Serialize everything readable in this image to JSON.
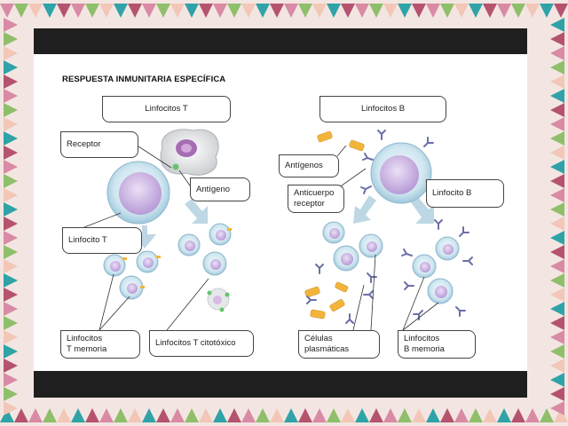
{
  "title": "RESPUESTA INMUNITARIA ESPECÍFICA",
  "labels": {
    "linfocitos_t": "Linfocitos T",
    "linfocitos_b": "Linfocitos B",
    "receptor": "Receptor",
    "antigeno": "Antígeno",
    "linfocito_t": "Linfocito T",
    "linfocitos_t_memoria_1": "Linfocitos",
    "linfocitos_t_memoria_2": "T memoria",
    "linfocitos_t_citotoxico": "Linfocitos T citotóxico",
    "antigenos": "Antígenos",
    "anticuerpo_receptor_1": "Anticuerpo",
    "anticuerpo_receptor_2": "receptor",
    "linfocito_b": "Linfocito B",
    "celulas_plasmaticas_1": "Células",
    "celulas_plasmaticas_2": "plasmáticas",
    "linfocitos_b_memoria_1": "Linfocitos",
    "linfocitos_b_memoria_2": "B memoria"
  },
  "colors": {
    "cell_body": "#cfe6f0",
    "nucleus": "#c9b3e0",
    "antigen": "#f2b53a",
    "antibody": "#6b6fa8",
    "arrow": "#b8d3e2",
    "frame_pink": "#d98aa5",
    "frame_teal": "#2fa3a8",
    "frame_green": "#8fbf6a"
  }
}
